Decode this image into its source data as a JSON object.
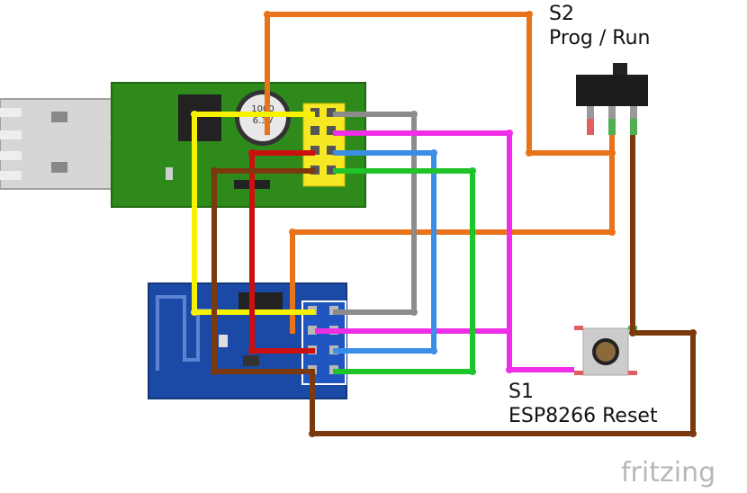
{
  "switch_label": {
    "id": "S2",
    "text": "Prog / Run"
  },
  "button_label": {
    "id": "S1",
    "text": "ESP8266 Reset"
  },
  "usb_adapter": {
    "cap_top": "1000",
    "cap_bottom": "6.3V"
  },
  "brand": "fritzing",
  "wire_colors": {
    "orange": "#e8731a",
    "gray": "#8c8c8c",
    "magenta": "#ee2ee6",
    "blue": "#3a8ee6",
    "green": "#1ec42a",
    "yellow": "#f6f200",
    "red": "#cc1010",
    "brown": "#7a3a0e"
  }
}
